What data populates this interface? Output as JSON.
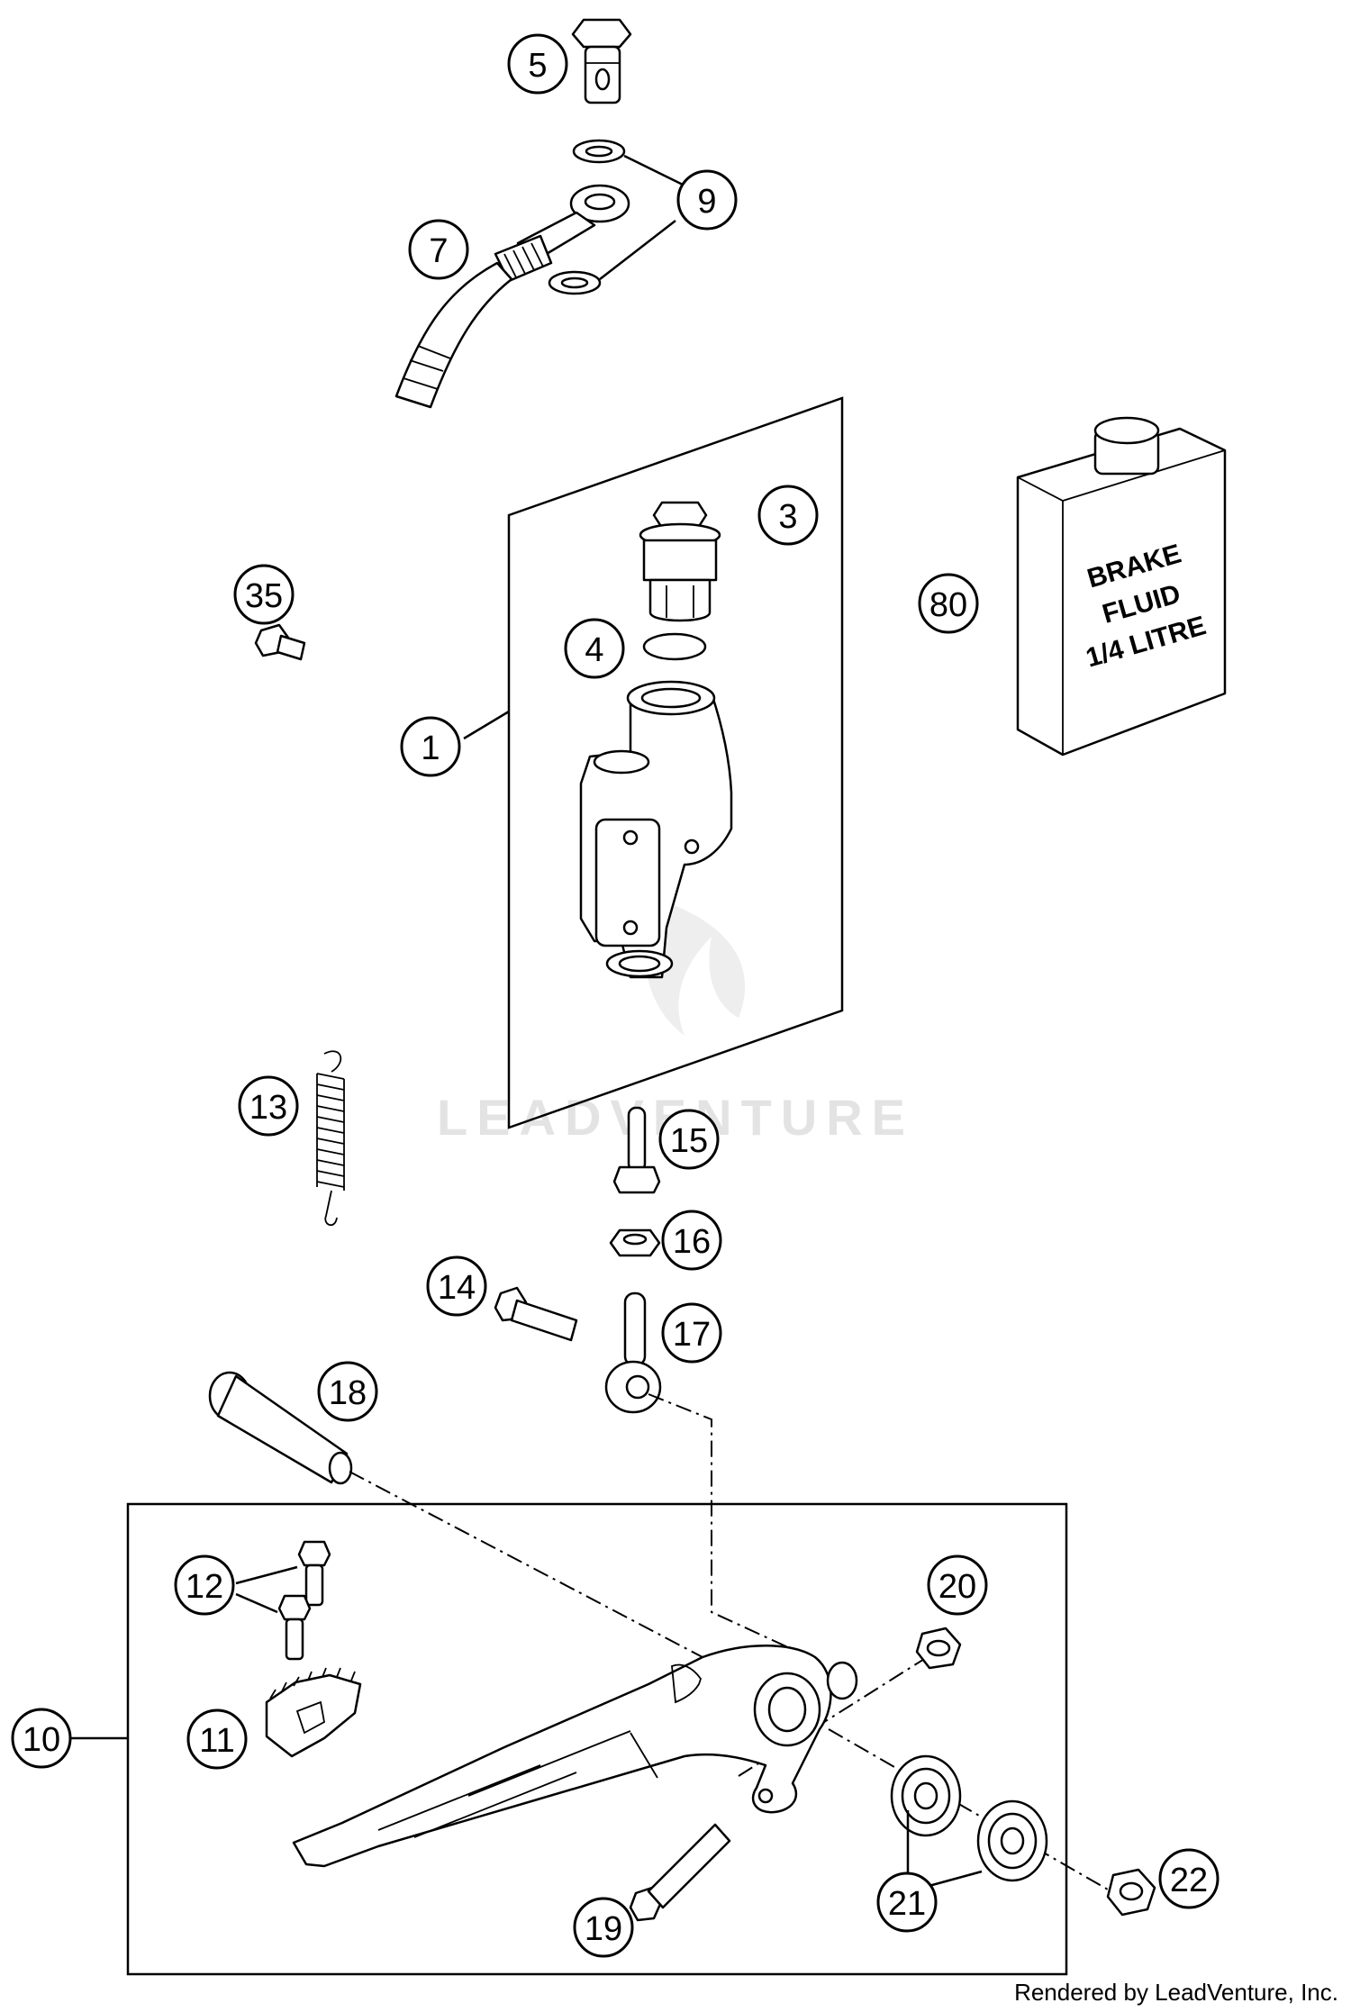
{
  "callouts": {
    "c1": "1",
    "c3": "3",
    "c4": "4",
    "c5": "5",
    "c7": "7",
    "c9": "9",
    "c10": "10",
    "c11": "11",
    "c12": "12",
    "c13": "13",
    "c14": "14",
    "c15": "15",
    "c16": "16",
    "c17": "17",
    "c18": "18",
    "c19": "19",
    "c20": "20",
    "c21": "21",
    "c22": "22",
    "c35": "35",
    "c80": "80"
  },
  "fluid_can": {
    "line1": "BRAKE",
    "line2": "FLUID",
    "line3": "1/4 LITRE"
  },
  "watermark": "LEADVENTURE",
  "footer": "Rendered by LeadVenture, Inc."
}
